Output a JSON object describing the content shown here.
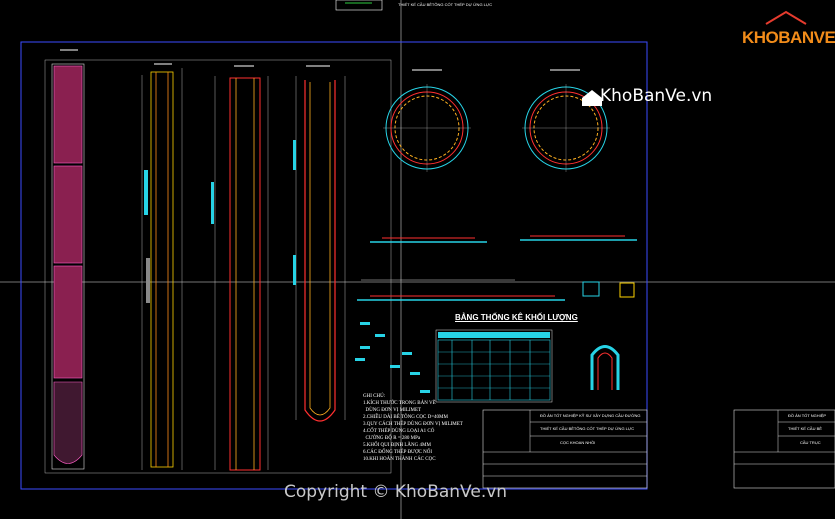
{
  "watermark": {
    "brand": "KhoBanVe.vn",
    "copyright": "Copyright © KhoBanVe.vn"
  },
  "logo": {
    "text": "KHOBANVE"
  },
  "drawing": {
    "top_note": "THIẾT KẾ CẦU BÊTÔNG CỐT THÉP DỰ ỨNG LỰC",
    "table_title": "BẢNG THỐNG KÊ KHỐI LƯỢNG",
    "notes": "GHI CHÚ:\n1.KÍCH THƯỚC TRONG BẢN VẼ\n  DÙNG ĐƠN VỊ MILIMET\n2.CHIỀU DÀI BÊ TÔNG CỌC D=40MM\n3.QUY CÁCH THÉP DÙNG ĐƠN VỊ MILIMET\n4.CỐT THÉP DÙNG LOẠI A1 CÓ\n  CƯỜNG ĐỘ R = 280 MPa\n5.KHỐI QUI ĐỊNH LĂNG 4MM\n6.CÁC ĐỐNG THÉP ĐƯỢC NỐI\n10.KHI HOÀN THÀNH CÁC CỌC",
    "title_block": {
      "school": "ĐỒ ÁN TỐT NGHIỆP KỸ SƯ XÂY DỰNG CẦU ĐƯỜNG",
      "project": "THIẾT KẾ CẦU BÊTÔNG CỐT THÉP DỰ ỨNG LỰC",
      "sheet": "CỌC KHOAN NHỒI"
    },
    "title_block_right": {
      "school": "ĐỒ ÁN TỐT NGHIỆP",
      "project": "THIẾT KẾ CẦU BÊ",
      "sheet": "CẦU TRỤC"
    }
  }
}
